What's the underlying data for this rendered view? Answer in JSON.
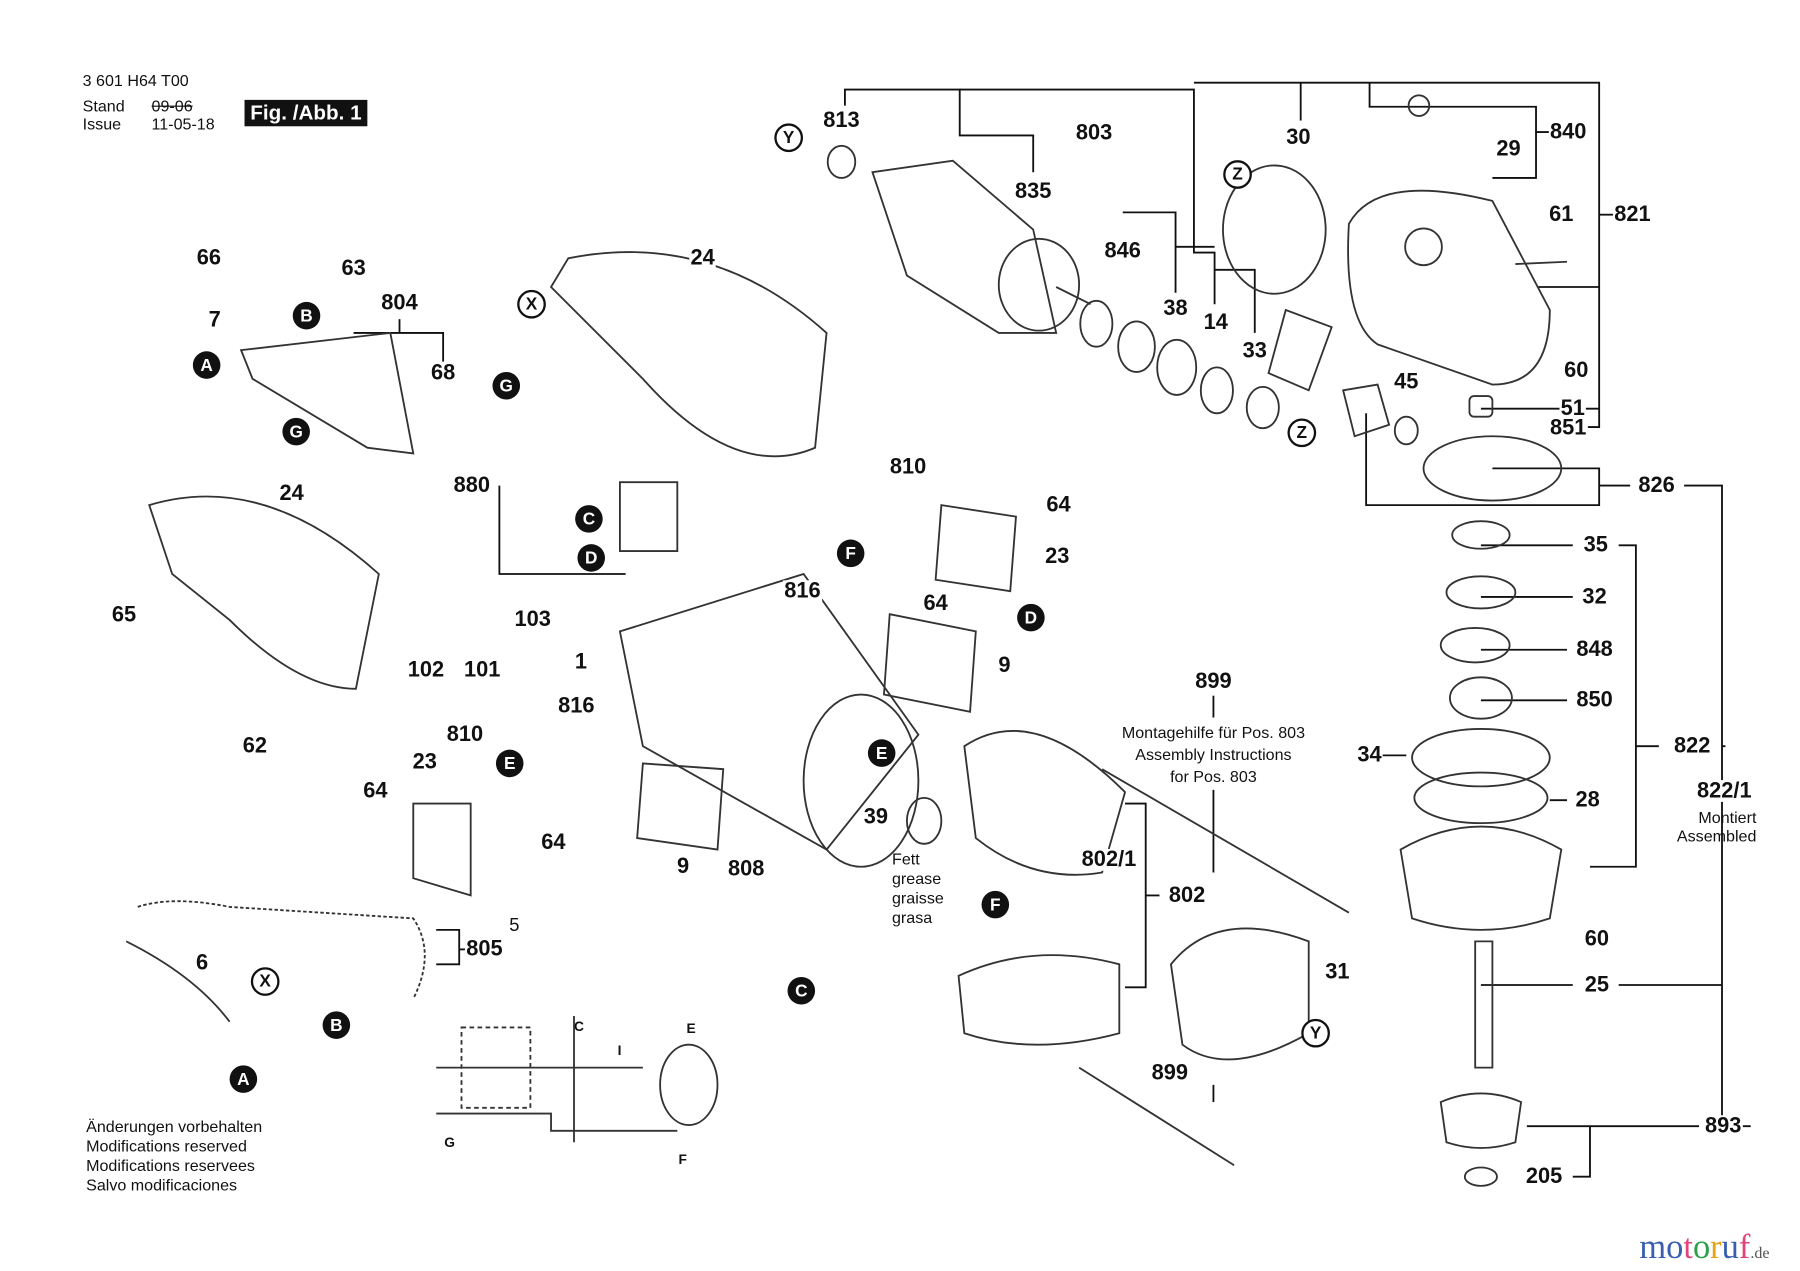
{
  "header": {
    "part_number": "3 601 H64 T00",
    "stand_label": "Stand",
    "issue_label": "Issue",
    "stand_date": "09-06",
    "issue_date": "11-05-18",
    "figure": "Fig. /Abb. 1"
  },
  "footer": {
    "lines": [
      "Änderungen vorbehalten",
      "Modifications reserved",
      "Modifications reservees",
      "Salvo modificaciones"
    ]
  },
  "callouts": [
    "813",
    "803",
    "30",
    "840",
    "29",
    "835",
    "821",
    "61",
    "846",
    "38",
    "14",
    "33",
    "60",
    "45",
    "51",
    "851",
    "66",
    "63",
    "24",
    "804",
    "7",
    "68",
    "810",
    "64",
    "880",
    "826",
    "24",
    "23",
    "35",
    "816",
    "64",
    "32",
    "65",
    "103",
    "1",
    "9",
    "102",
    "101",
    "848",
    "899",
    "850",
    "816",
    "810",
    "62",
    "822",
    "34",
    "23",
    "822/1",
    "64",
    "28",
    "39",
    "64",
    "802/1",
    "9",
    "808",
    "802",
    "60",
    "5",
    "805",
    "6",
    "31",
    "25",
    "899",
    "893",
    "205"
  ],
  "markers": [
    "Y",
    "Z",
    "X",
    "B",
    "A",
    "G",
    "G",
    "Z",
    "C",
    "F",
    "D",
    "D",
    "E",
    "E",
    "F",
    "C",
    "X",
    "B",
    "Y",
    "A"
  ],
  "notes": {
    "assembly": [
      "Montagehilfe für Pos. 803",
      "Assembly Instructions",
      "for Pos. 803"
    ],
    "grease": [
      "Fett",
      "grease",
      "graisse",
      "grasa"
    ],
    "assembled": [
      "Montiert",
      "Assembled"
    ]
  },
  "schematic_labels": [
    "C",
    "E",
    "I",
    "G",
    "F"
  ],
  "watermark": {
    "text": "motoruf",
    ".de": ".de",
    "suffix": ".de",
    "colors": [
      "#3a5fb0",
      "#3a5fb0",
      "#e0457b",
      "#2fa04a",
      "#e8a21a",
      "#3a5fb0",
      "#e0457b"
    ]
  }
}
